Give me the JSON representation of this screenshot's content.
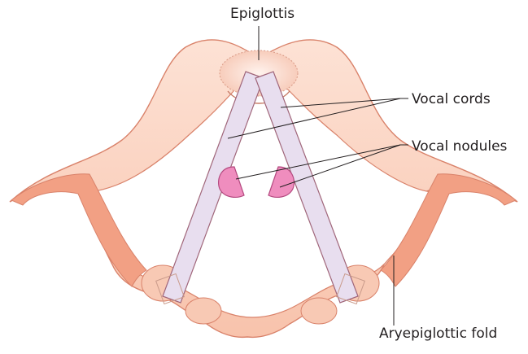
{
  "labels": {
    "epiglottis": "Epiglottis",
    "vocal_cords": "Vocal cords",
    "vocal_nodules": "Vocal nodules",
    "aryepiglottic_fold": "Aryepiglottic fold"
  },
  "colors": {
    "tissue_fill": "#f9cbb6",
    "tissue_stroke": "#d9826a",
    "tissue_highlight": "#fde4d8",
    "fold_band": "#f2a084",
    "cord_fill": "#e8deef",
    "cord_stroke": "#a0667a",
    "nodule_fill": "#ef8dbe",
    "nodule_stroke": "#b44a80",
    "leader_line": "#231f20"
  }
}
